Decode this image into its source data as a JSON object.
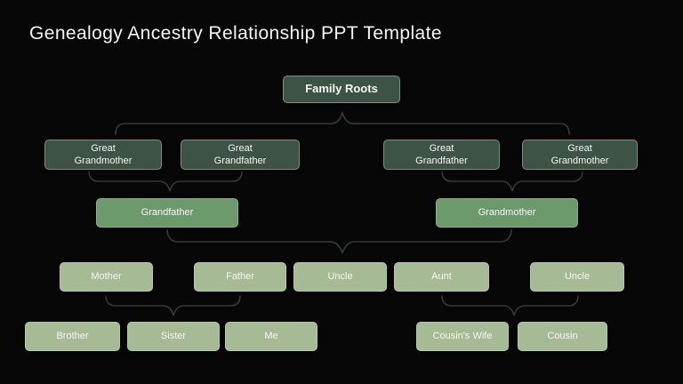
{
  "title": "Genealogy Ancestry Relationship PPT Template",
  "colors": {
    "background": "#070707",
    "dark_green": "#3d5346",
    "dark_green_border": "#7e8e81",
    "medium_green": "#6d9a6c",
    "light_green": "#a7ba96",
    "connector_line": "#353b36",
    "text": "#f4f6f2"
  },
  "tree": {
    "root": {
      "label": "Family Roots"
    },
    "great_grandparents": [
      {
        "label": "Great\nGrandmother"
      },
      {
        "label": "Great\nGrandfather"
      },
      {
        "label": "Great\nGrandfather"
      },
      {
        "label": "Great\nGrandmother"
      }
    ],
    "grandparents": [
      {
        "label": "Grandfather"
      },
      {
        "label": "Grandmother"
      }
    ],
    "parents_generation": [
      {
        "label": "Mother"
      },
      {
        "label": "Father"
      },
      {
        "label": "Uncle"
      },
      {
        "label": "Aunt"
      },
      {
        "label": "Uncle"
      }
    ],
    "children_generation": [
      {
        "label": "Brother"
      },
      {
        "label": "Sister"
      },
      {
        "label": "Me"
      },
      {
        "label": "Cousin's Wife"
      },
      {
        "label": "Cousin"
      }
    ]
  }
}
